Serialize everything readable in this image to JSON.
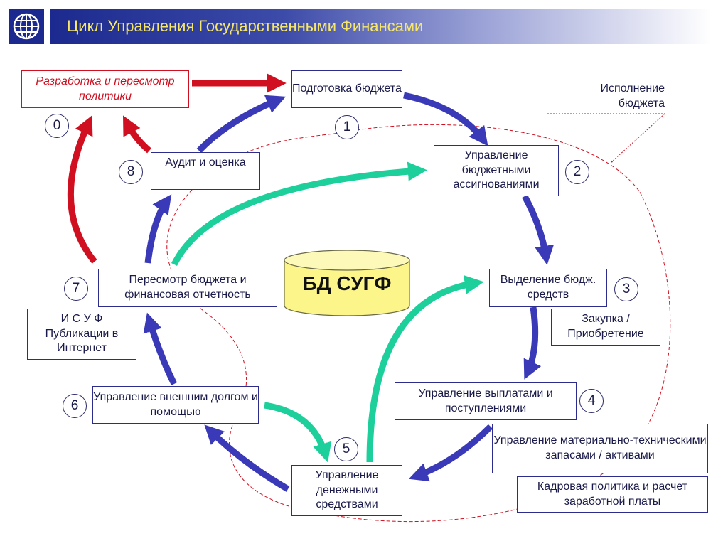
{
  "header": {
    "title": "Цикл Управления Государственными Финансами",
    "logo_icon": "world-bank-globe-icon"
  },
  "nodes": {
    "n0": {
      "label": "Разработка и пересмотр политики",
      "badge": "0"
    },
    "n1": {
      "label": "Подготовка бюджета",
      "badge": "1"
    },
    "n2": {
      "label": "Управление бюджетными ассигнованиями",
      "badge": "2"
    },
    "n3": {
      "label": "Выделение бюдж. средств",
      "badge": "3"
    },
    "n4": {
      "label": "Управление выплатами и поступлениями",
      "badge": "4"
    },
    "n5": {
      "label": "Управление денежными средствами",
      "badge": "5"
    },
    "n6": {
      "label": "Управление внешним долгом и помощью",
      "badge": "6"
    },
    "n7": {
      "label": "Пересмотр бюджета и финансовая отчетность",
      "badge": "7"
    },
    "n8": {
      "label": "Аудит и оценка",
      "badge": "8"
    }
  },
  "side_boxes": {
    "procurement": "Закупка / Приобретение",
    "assets": "Управление материально-техническими запасами / активами",
    "hr": "Кадровая политика и расчет заработной платы",
    "ifms": "И С У Ф Публикации в Интернет"
  },
  "execution_label": "Исполнение бюджета",
  "database": {
    "label": "БД СУГФ"
  },
  "colors": {
    "blue_arrow": "#3a3ab8",
    "red_arrow": "#d01020",
    "teal_arrow": "#1dcf9a",
    "header_dark": "#1c2a8f",
    "title_text": "#f6e76a",
    "database_fill": "#fbf58a"
  }
}
